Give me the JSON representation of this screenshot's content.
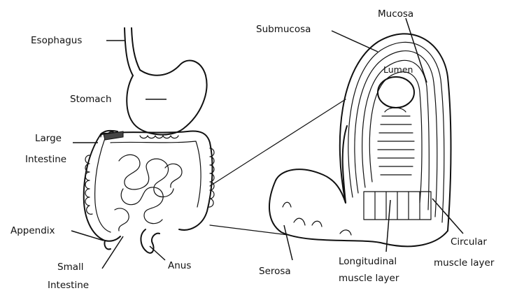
{
  "labels": {
    "esophagus": "Esophagus",
    "stomach": "Stomach",
    "large_intestine_1": "Large",
    "large_intestine_2": "Intestine",
    "appendix": "Appendix",
    "small_intestine_1": "Small",
    "small_intestine_2": "Intestine",
    "anus": "Anus",
    "serosa": "Serosa",
    "longitudinal_1": "Longitudinal",
    "longitudinal_2": "muscle layer",
    "circular_1": "Circular",
    "circular_2": "muscle layer",
    "submucosa": "Submucosa",
    "mucosa": "Mucosa",
    "lumen": "Lumen"
  }
}
